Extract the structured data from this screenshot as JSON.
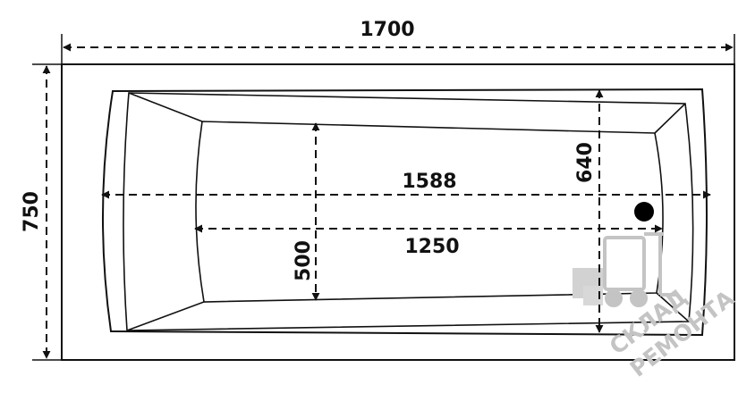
{
  "dimensions": {
    "overall_length": "1700",
    "overall_width": "750",
    "inner_length_top": "1588",
    "inner_length_bottom": "1250",
    "inner_width_right": "640",
    "inner_width_center": "500"
  },
  "watermark": {
    "line1": "СКЛАД",
    "line2": "РЕМОНТА",
    "icon": "forklift-icon"
  },
  "colors": {
    "line": "#111111",
    "watermark": "#c4c4c4",
    "drain": "#000000"
  }
}
